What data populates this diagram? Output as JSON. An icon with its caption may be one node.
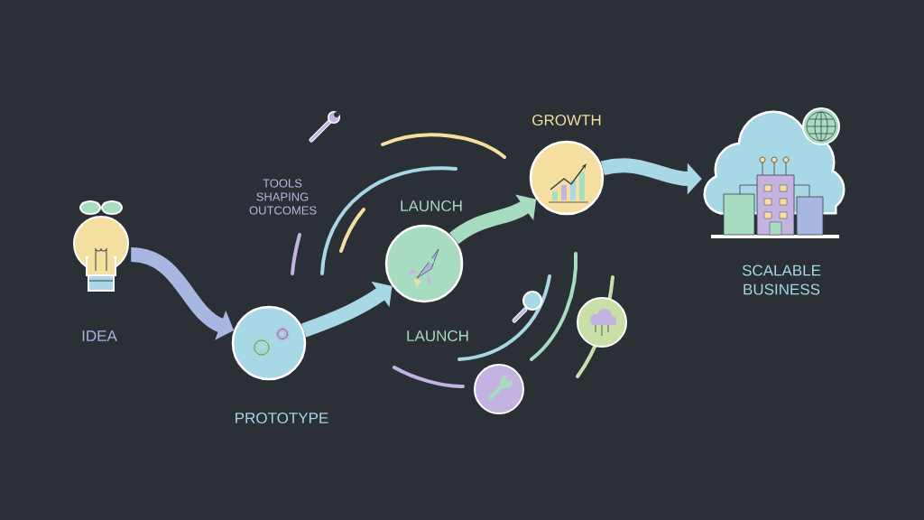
{
  "diagram": {
    "nodes": [
      {
        "text": [],
        "shape": "picture",
        "beside": [
          "IDEA"
        ]
      },
      {
        "text": [],
        "shape": "circle",
        "beside": [
          "PROTOTYPE"
        ]
      },
      {
        "text": [],
        "shape": "circle",
        "beside": [
          "LAUNCH",
          "LAUNCH"
        ]
      },
      {
        "text": [],
        "shape": "circle",
        "beside": [
          "GROWTH"
        ]
      },
      {
        "text": [],
        "shape": "picture",
        "beside": [
          "SCALABLE BUSINESS"
        ]
      }
    ],
    "edges": [
      {
        "from": 0,
        "to": 1,
        "arrow": "to",
        "color": "#aab6e2"
      },
      {
        "from": 1,
        "to": 2,
        "arrow": "to",
        "color": "#a8d8e6"
      },
      {
        "from": 2,
        "to": 3,
        "arrow": "to",
        "color": "#a8dcc0"
      },
      {
        "from": 3,
        "to": 4,
        "arrow": "to",
        "color": "#a8d8e6"
      }
    ],
    "labels": [
      "TOOLS SHAPING OUTCOMES"
    ]
  }
}
